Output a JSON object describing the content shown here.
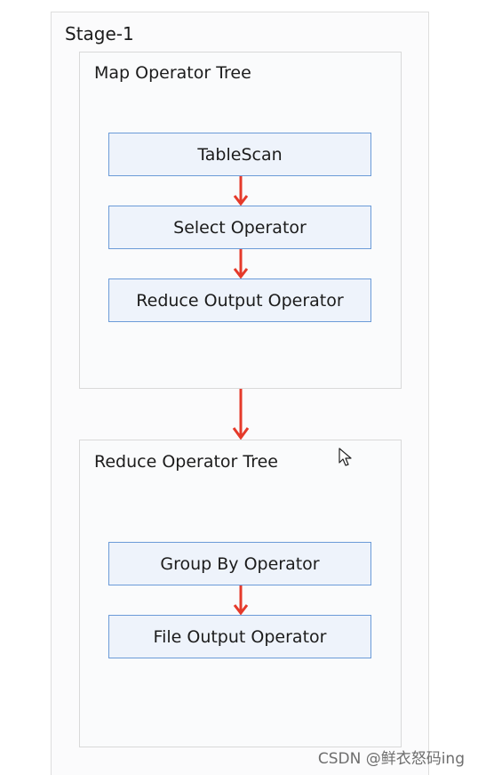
{
  "stage": {
    "title": "Stage-1"
  },
  "map_tree": {
    "title": "Map Operator Tree",
    "operators": [
      "TableScan",
      "Select Operator",
      "Reduce Output Operator"
    ]
  },
  "reduce_tree": {
    "title": "Reduce Operator Tree",
    "operators": [
      "Group By Operator",
      "File Output Operator"
    ]
  },
  "arrow_color": "#e53a2a",
  "box_border_color": "#6b9bd8",
  "box_fill_color": "#eef3fb",
  "watermark": "CSDN @鲜衣怒码ing",
  "icons": [
    "arrow-down-icon",
    "mouse-cursor-icon"
  ]
}
